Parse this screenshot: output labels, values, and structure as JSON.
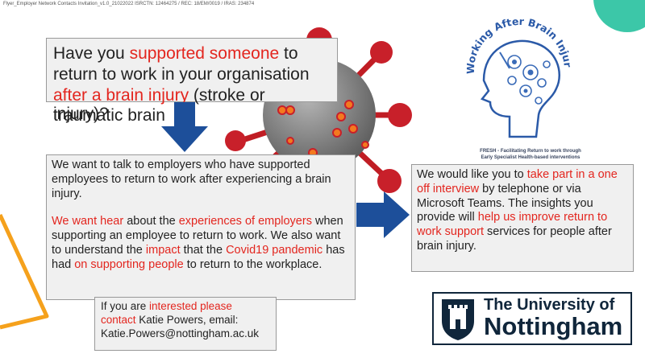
{
  "header": "Flyer_Employer Network Contacts Invitation_v1.0_21022022 ISRCTN: 12464275 / REC: 18/EM/0019 / IRAS: 234874",
  "question": {
    "t1": "Have you ",
    "h1": "supported someone",
    "t2": " to return to work in your organisation ",
    "h2": "after a brain injury",
    "t3": " (stroke or traumatic brain",
    "t4": "injury)?"
  },
  "talk": {
    "p1": "We want to talk to  employers who have supported employees to return to work after experiencing a brain injury.",
    "h1": "We want hear",
    "t1": " about the ",
    "h2": "experiences of employers",
    "t2": " when supporting an employee to return to work. We also want to understand  the ",
    "h3": "impact",
    "t3": " that the ",
    "h4": "Covid19 pandemic",
    "t4": " has had ",
    "h5": "on supporting people",
    "t5": " to return to the workplace."
  },
  "contact": {
    "t1": "If you are ",
    "h1": "interested please contact",
    "t2": " Katie Powers, email: Katie.Powers@nottingham.ac.uk"
  },
  "interview": {
    "t1": "We would like you to ",
    "h1": "take part in a one off interview",
    "t2": " by telephone or via Microsoft Teams. The insights you provide will ",
    "h2": "help us improve return to work support",
    "t3": " services for people after brain injury."
  },
  "logo": {
    "title": "Working After Brain Injury",
    "fresh_line1": "FRESH - Facilitating Return to work through",
    "fresh_line2": "Early Specialist Health-based interventions"
  },
  "university": {
    "line1": "The University of",
    "line2": "Nottingham"
  },
  "colors": {
    "highlight": "#e3261f",
    "arrow": "#1d4f9a",
    "teal": "#3cc7a8",
    "orange": "#f5a11c",
    "navy": "#10263b"
  },
  "icons": [
    "virus-illustration",
    "down-arrow-icon",
    "right-arrow-icon",
    "brain-logo-icon",
    "university-crest-icon"
  ]
}
